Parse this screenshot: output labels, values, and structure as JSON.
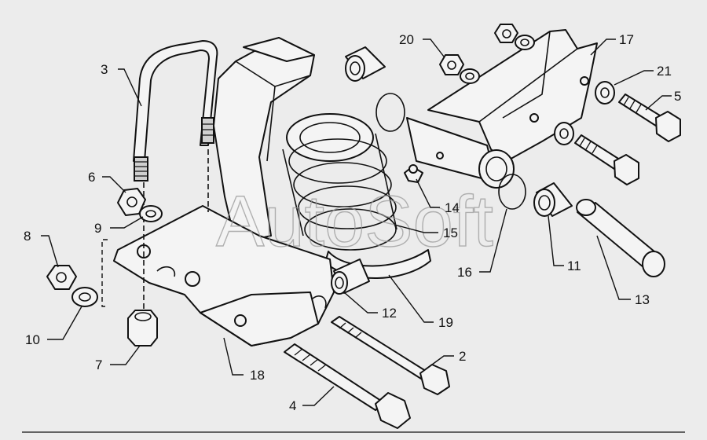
{
  "watermark": "AutoSoft",
  "callouts": [
    {
      "id": "c3",
      "text": "3"
    },
    {
      "id": "c6",
      "text": "6"
    },
    {
      "id": "c9",
      "text": "9"
    },
    {
      "id": "c8",
      "text": "8"
    },
    {
      "id": "c10",
      "text": "10"
    },
    {
      "id": "c7",
      "text": "7"
    },
    {
      "id": "c18",
      "text": "18"
    },
    {
      "id": "c4",
      "text": "4"
    },
    {
      "id": "c2",
      "text": "2"
    },
    {
      "id": "c12",
      "text": "12"
    },
    {
      "id": "c19",
      "text": "19"
    },
    {
      "id": "c15",
      "text": "15"
    },
    {
      "id": "c14",
      "text": "14"
    },
    {
      "id": "c16",
      "text": "16"
    },
    {
      "id": "c11",
      "text": "11"
    },
    {
      "id": "c13",
      "text": "13"
    },
    {
      "id": "c20",
      "text": "20"
    },
    {
      "id": "c17",
      "text": "17"
    },
    {
      "id": "c21",
      "text": "21"
    },
    {
      "id": "c5",
      "text": "5"
    }
  ]
}
